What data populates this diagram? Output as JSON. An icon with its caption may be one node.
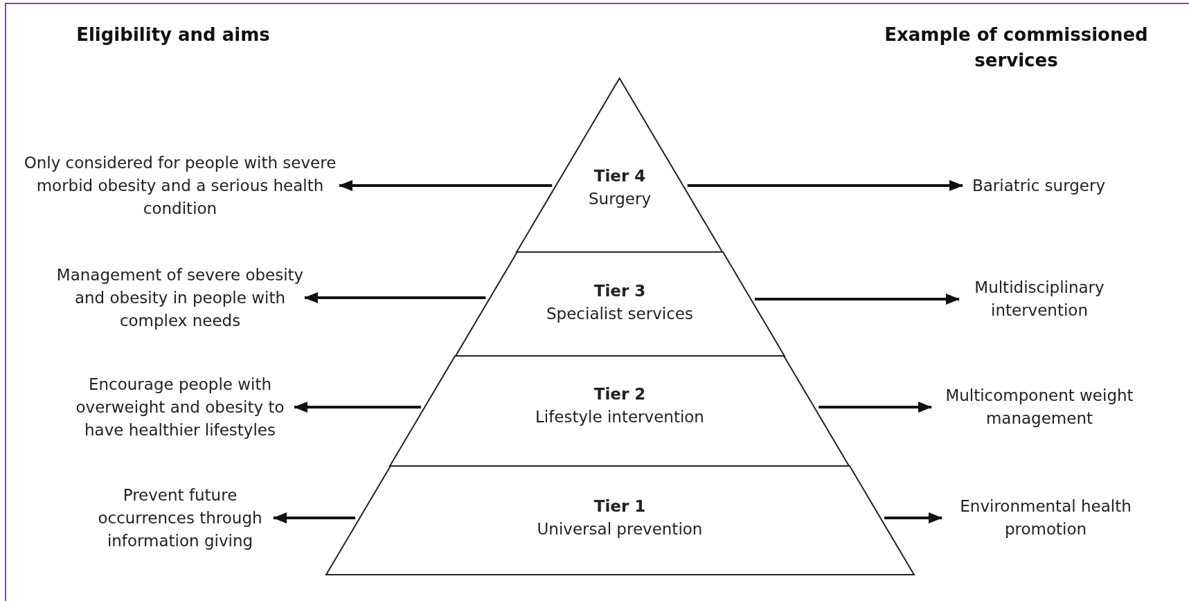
{
  "diagram": {
    "nodes": [
      {
        "text": [
          "Only considered for people with severe morbid obesity and a serious health condition"
        ]
      },
      {
        "text": [
          "Tier 4",
          "Surgery"
        ]
      },
      {
        "text": [
          "Bariatric surgery"
        ]
      },
      {
        "text": [
          "Management of severe obesity and obesity in people with complex needs"
        ]
      },
      {
        "text": [
          "Tier 3",
          "Specialist services"
        ]
      },
      {
        "text": [
          "Multidisciplinary intervention"
        ]
      },
      {
        "text": [
          "Encourage people with overweight and obesity to have healthier lifestyles"
        ]
      },
      {
        "text": [
          "Tier 2",
          "Lifestyle intervention"
        ]
      },
      {
        "text": [
          "Multicomponent weight management"
        ]
      },
      {
        "text": [
          "Prevent future occurrences through information giving"
        ]
      },
      {
        "text": [
          "Tier 1",
          "Universal prevention"
        ]
      },
      {
        "text": [
          "Environmental health promotion"
        ]
      }
    ],
    "edges": [
      {
        "from": 1,
        "to": 0,
        "arrow": "to"
      },
      {
        "from": 1,
        "to": 2,
        "arrow": "to"
      },
      {
        "from": 4,
        "to": 3,
        "arrow": "to"
      },
      {
        "from": 4,
        "to": 5,
        "arrow": "to"
      },
      {
        "from": 7,
        "to": 6,
        "arrow": "to"
      },
      {
        "from": 7,
        "to": 8,
        "arrow": "to"
      },
      {
        "from": 10,
        "to": 9,
        "arrow": "to"
      },
      {
        "from": 10,
        "to": 11,
        "arrow": "to"
      }
    ],
    "labels": [
      "Eligibility and aims",
      "Example of commissioned services"
    ]
  }
}
